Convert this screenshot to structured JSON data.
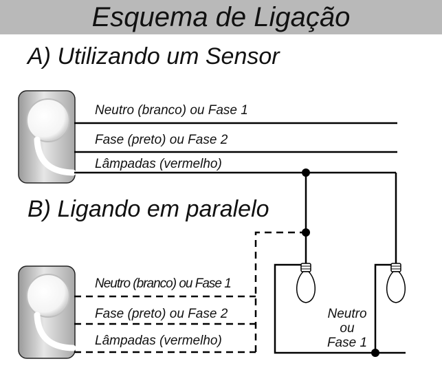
{
  "title": "Esquema de Ligação",
  "section_a": {
    "heading": "A) Utilizando um Sensor",
    "wires": [
      "Neutro (branco) ou Fase 1",
      "Fase (preto) ou Fase 2",
      "Lâmpadas (vermelho)"
    ]
  },
  "section_b": {
    "heading": "B) Ligando em paralelo",
    "wires": [
      "Neutro (branco) ou Fase 1",
      "Fase (preto) ou Fase 2",
      "Lâmpadas (vermelho)"
    ]
  },
  "neutral_label": [
    "Neutro",
    "ou",
    "Fase 1"
  ],
  "colors": {
    "header_bg": "#b9b9b9",
    "line": "#000000"
  }
}
